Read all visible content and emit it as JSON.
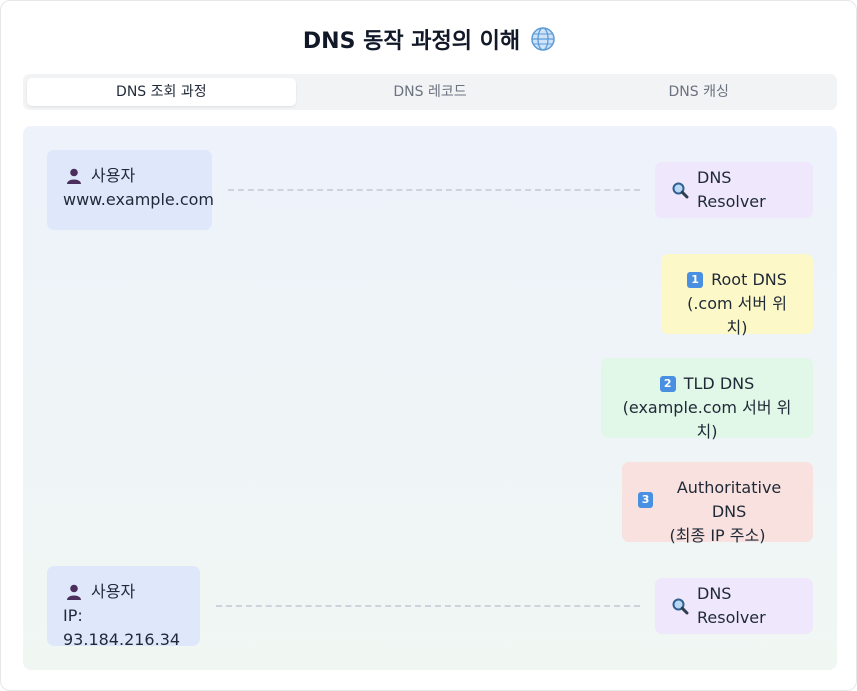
{
  "header": {
    "title": "DNS 동작 과정의 이해",
    "title_icon": "globe-icon"
  },
  "tabs": [
    {
      "label": "DNS 조회 과정",
      "active": true
    },
    {
      "label": "DNS 레코드",
      "active": false
    },
    {
      "label": "DNS 캐싱",
      "active": false
    }
  ],
  "flow": {
    "user_request": {
      "icon": "user-icon",
      "label": "사용자",
      "detail": "www.example.com"
    },
    "resolver_request": {
      "icon": "magnifier-icon",
      "label": "DNS Resolver"
    },
    "root": {
      "step": "1",
      "label": "Root DNS",
      "detail": "(.com 서버 위치)"
    },
    "tld": {
      "step": "2",
      "label": "TLD DNS",
      "detail": "(example.com 서버 위치)"
    },
    "auth": {
      "step": "3",
      "label": "Authoritative DNS",
      "detail": "(최종 IP 주소)"
    },
    "user_response": {
      "icon": "user-icon",
      "label": "사용자",
      "detail": "IP: 93.184.216.34"
    },
    "resolver_response": {
      "icon": "magnifier-icon",
      "label": "DNS Resolver"
    }
  },
  "colors": {
    "user_box": "#dfe8fb",
    "resolver_box": "#efe7fb",
    "root_box": "#fdf8c8",
    "tld_box": "#e1f7e7",
    "auth_box": "#f8e1df",
    "step_badge": "#4a90e2"
  }
}
